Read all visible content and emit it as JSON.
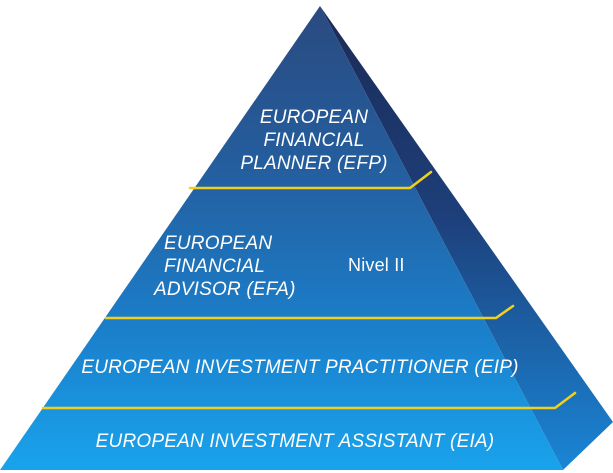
{
  "pyramid": {
    "levels": [
      {
        "lines": [
          "EUROPEAN",
          "FINANCIAL",
          "PLANNER (EFP)"
        ]
      },
      {
        "lines": [
          "EUROPEAN",
          "FINANCIAL",
          "ADVISOR (EFA)"
        ],
        "side_label": "Nivel II"
      },
      {
        "lines": [
          "EUROPEAN INVESTMENT PRACTITIONER (EIP)"
        ]
      },
      {
        "lines": [
          "EUROPEAN INVESTMENT ASSISTANT (EIA)"
        ]
      }
    ],
    "colors": {
      "front_top": "#274a82",
      "front_bottom": "#1aa0e8",
      "side_top": "#1e2f5e",
      "side_bottom": "#1a7fd0",
      "divider": "#f5d21e",
      "text": "#ffffff"
    }
  }
}
